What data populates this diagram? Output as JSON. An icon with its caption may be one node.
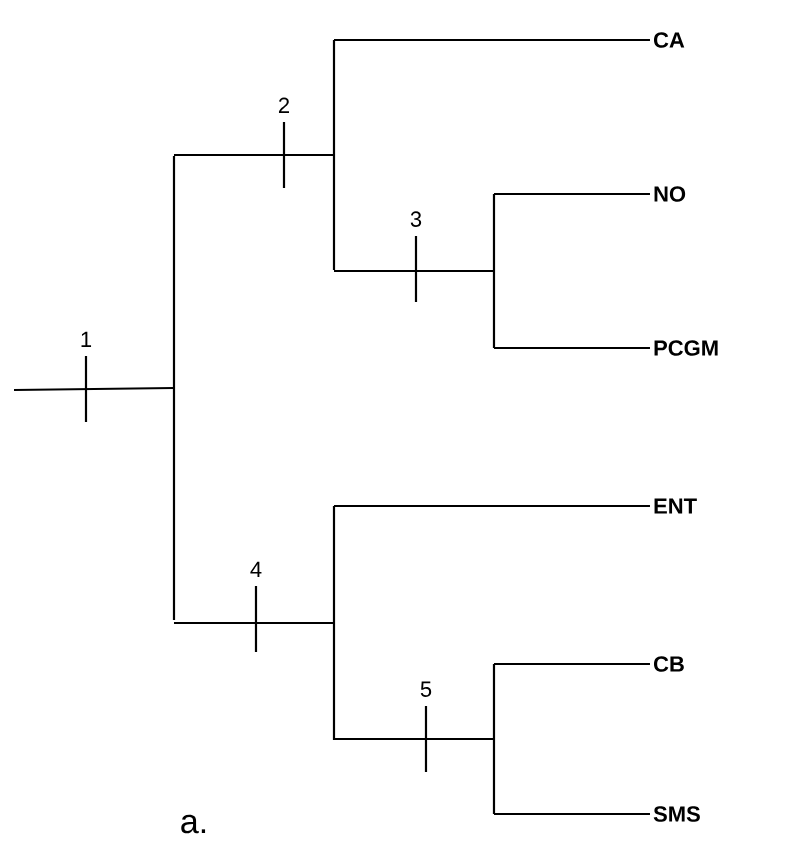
{
  "diagram": {
    "nodes": [
      {
        "text": [],
        "shape": "bar"
      },
      {
        "text": [],
        "shape": "bar"
      },
      {
        "text": [
          "CA"
        ]
      },
      {
        "text": [],
        "shape": "bar"
      },
      {
        "text": [
          "NO"
        ]
      },
      {
        "text": [
          "PCGM"
        ]
      },
      {
        "text": [],
        "shape": "bar"
      },
      {
        "text": [
          "ENT"
        ]
      },
      {
        "text": [],
        "shape": "bar"
      },
      {
        "text": [
          "CB"
        ]
      },
      {
        "text": [
          "SMS"
        ]
      }
    ],
    "edges": [
      {
        "from": null,
        "to": 0,
        "arrow": "none"
      },
      {
        "from": 0,
        "to": 1,
        "arrow": "none"
      },
      {
        "from": 1,
        "to": 2,
        "arrow": "none"
      },
      {
        "from": 1,
        "to": 3,
        "arrow": "none"
      },
      {
        "from": 3,
        "to": 4,
        "arrow": "none"
      },
      {
        "from": 3,
        "to": 5,
        "arrow": "none"
      },
      {
        "from": 0,
        "to": 6,
        "arrow": "none"
      },
      {
        "from": 6,
        "to": 7,
        "arrow": "none"
      },
      {
        "from": 6,
        "to": 8,
        "arrow": "none"
      },
      {
        "from": 8,
        "to": 9,
        "arrow": "none"
      },
      {
        "from": 8,
        "to": 10,
        "arrow": "none"
      }
    ],
    "labels": [
      "1",
      "2",
      "3",
      "4",
      "5",
      "a."
    ]
  }
}
